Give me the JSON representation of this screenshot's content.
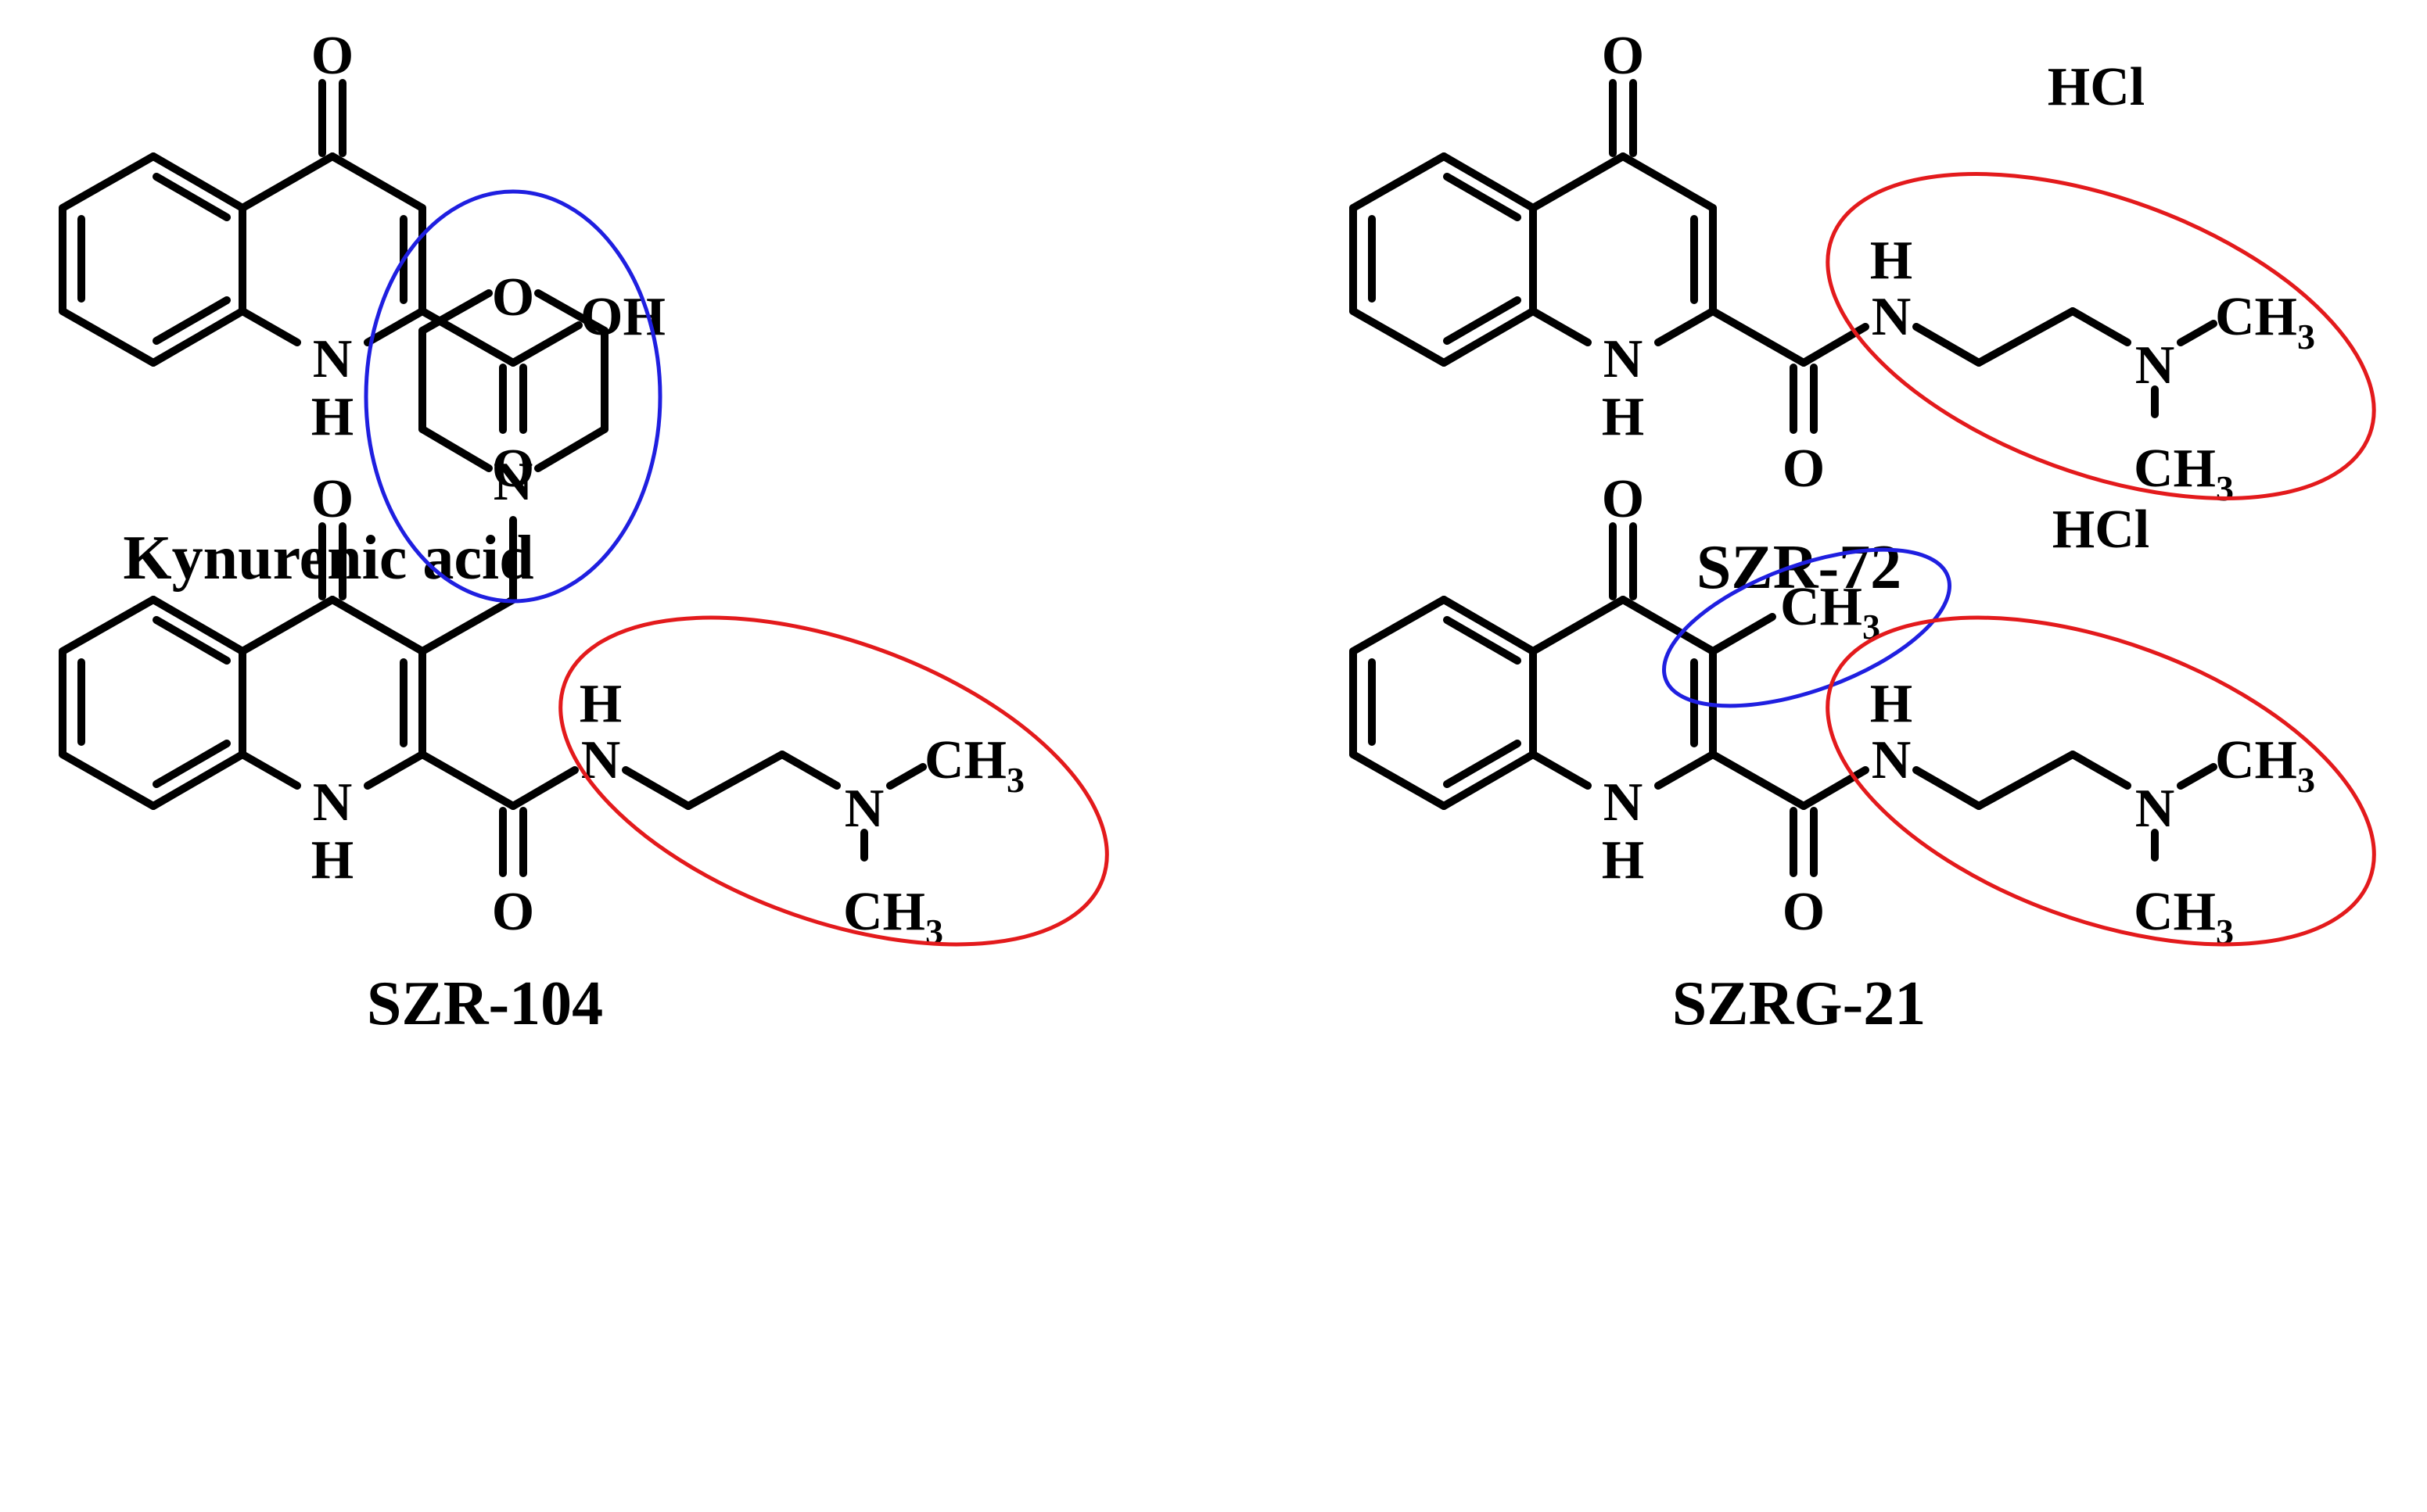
{
  "colors": {
    "bond": "#000000",
    "side_chain_circle": "#e31a1c",
    "substituent_circle": "#1f1fe0"
  },
  "molecules": {
    "kynurenic_acid": {
      "name": "Kynurenic acid",
      "atoms": {
        "ketone_o": "O",
        "ring_n": "N",
        "ring_h": "H",
        "hydroxyl": "OH",
        "carbonyl_o": "O"
      }
    },
    "szr_72": {
      "name": "SZR-72",
      "salt": "HCl",
      "atoms": {
        "ketone_o": "O",
        "ring_n": "N",
        "ring_h": "H",
        "amide_h": "H",
        "amide_n": "N",
        "amine_n": "N",
        "methyl_1": "CH",
        "methyl_1_sub": "3",
        "methyl_2": "CH",
        "methyl_2_sub": "3",
        "carbonyl_o": "O"
      }
    },
    "szr_104": {
      "name": "SZR-104",
      "atoms": {
        "ketone_o": "O",
        "ring_n": "N",
        "ring_h": "H",
        "morpholine_o": "O",
        "morpholine_n": "N",
        "amide_h": "H",
        "amide_n": "N",
        "amine_n": "N",
        "methyl_1": "CH",
        "methyl_1_sub": "3",
        "methyl_2": "CH",
        "methyl_2_sub": "3",
        "carbonyl_o": "O"
      }
    },
    "szrg_21": {
      "name": "SZRG-21",
      "salt": "HCl",
      "atoms": {
        "ketone_o": "O",
        "ring_n": "N",
        "ring_h": "H",
        "methyl_3": "CH",
        "methyl_3_sub": "3",
        "amide_h": "H",
        "amide_n": "N",
        "amine_n": "N",
        "methyl_1": "CH",
        "methyl_1_sub": "3",
        "methyl_2": "CH",
        "methyl_2_sub": "3",
        "carbonyl_o": "O"
      }
    }
  }
}
